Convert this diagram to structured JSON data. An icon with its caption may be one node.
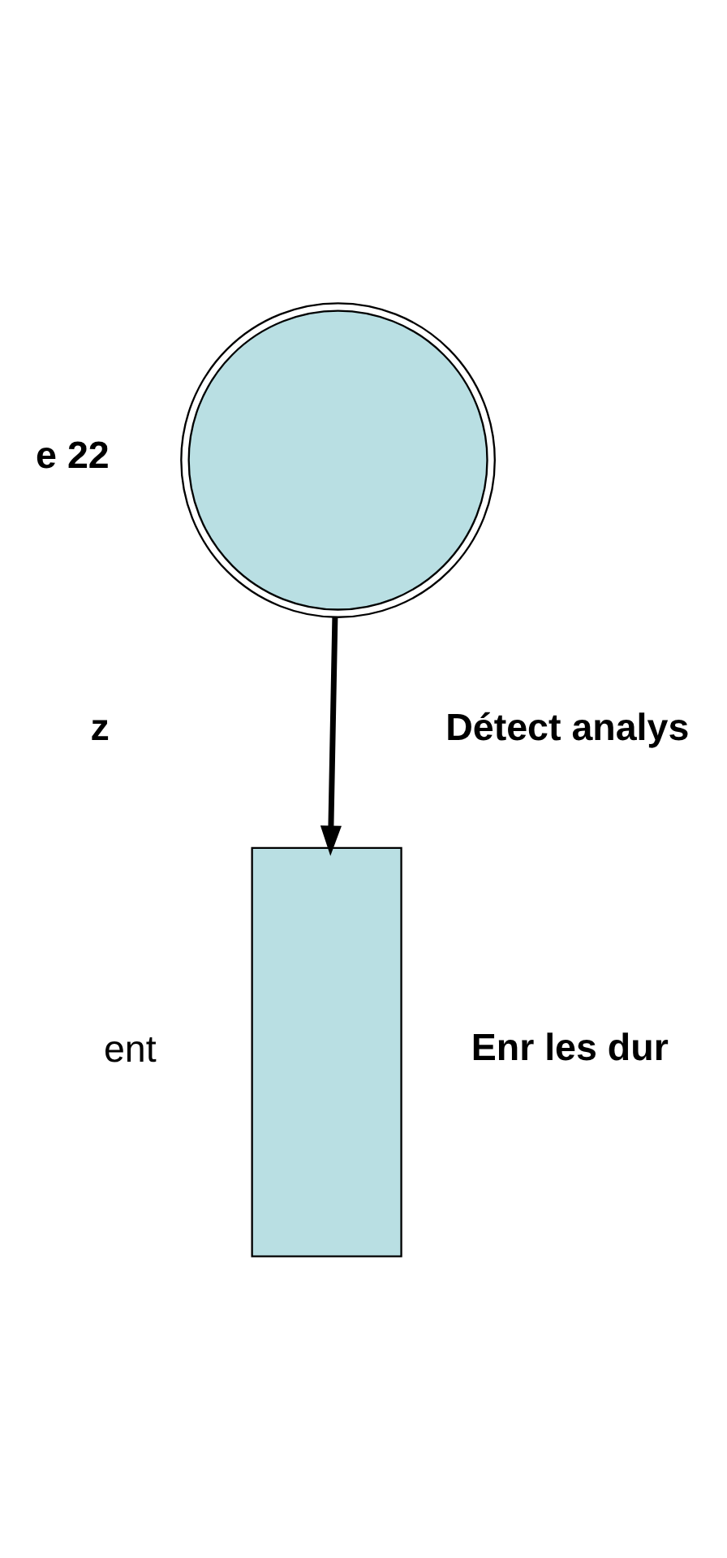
{
  "diagram": {
    "nodes": [
      {
        "text": [],
        "shape": "circle"
      },
      {
        "text": [],
        "shape": "box"
      }
    ],
    "edges": [
      {
        "from": 0,
        "to": 1,
        "arrow": "to"
      }
    ],
    "labels": [
      "e 22",
      "z",
      "ent",
      "Détect analys",
      "Enr les dur"
    ]
  }
}
